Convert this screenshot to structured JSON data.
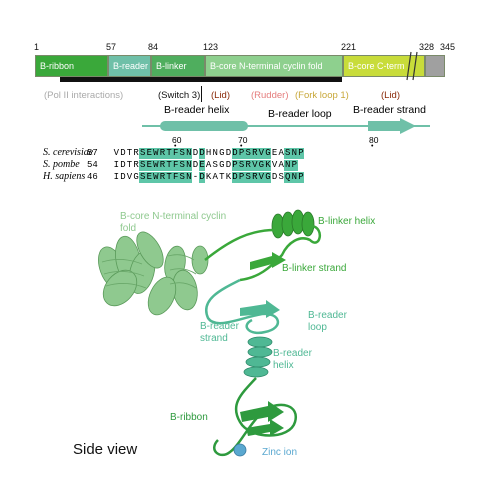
{
  "domain_map": {
    "boundaries": [
      "1",
      "57",
      "84",
      "123",
      "221",
      "328",
      "345"
    ],
    "segments": [
      {
        "label": "B-ribbon",
        "color": "#3aa83a"
      },
      {
        "label": "B-reader",
        "color": "#6fc0a8"
      },
      {
        "label": "B-linker",
        "color": "#4fae5e"
      },
      {
        "label": "B-core N-terminal cyclin fold",
        "color": "#8ed08e"
      },
      {
        "label": "B-core C-term",
        "color": "#c8dc3a"
      },
      {
        "label": "",
        "color": "#a0a0a0"
      }
    ]
  },
  "annotations": {
    "pol2": "(Pol II interactions)",
    "switch3": "(Switch 3)",
    "lid1": "(Lid)",
    "rudder": "(Rudder)",
    "fork_loop": "(Fork loop 1)",
    "lid2": "(Lid)"
  },
  "secondary_structure": {
    "helix": "B-reader helix",
    "loop": "B-reader loop",
    "strand": "B-reader strand"
  },
  "alignment": {
    "position_marks": [
      "60",
      "70",
      "80"
    ],
    "rows": [
      {
        "species": "S. cerevisiae",
        "start": "57",
        "seq": "VDTRSEWRTFSNDDHNGDDPSRVGEASNP"
      },
      {
        "species": "S. pombe",
        "start": "54",
        "seq": "IDTRSEWRTFSNDEASGDPSRVGKVANP"
      },
      {
        "species": "H. sapiens",
        "start": "46",
        "seq": "IDVGSEWRTFSN-DKATKDPSRVGDSQNP"
      }
    ]
  },
  "structure_labels": {
    "core": "B-core N-terminal cyclin fold",
    "linker_helix": "B-linker helix",
    "linker_strand": "B-linker strand",
    "reader_loop": "B-reader loop",
    "reader_strand": "B-reader strand",
    "reader_helix": "B-reader helix",
    "ribbon": "B-ribbon",
    "zinc": "Zinc ion"
  },
  "view_caption": "Side view",
  "colors": {
    "ribbon": "#2e9a3e",
    "reader": "#4fb894",
    "core": "#8fc98f",
    "zinc": "#5aa8d0",
    "switch": "#111111",
    "lid": "#8b2a0a",
    "rudder": "#e57c7c",
    "fork": "#c8a83a",
    "pol2": "#aaaaaa"
  }
}
